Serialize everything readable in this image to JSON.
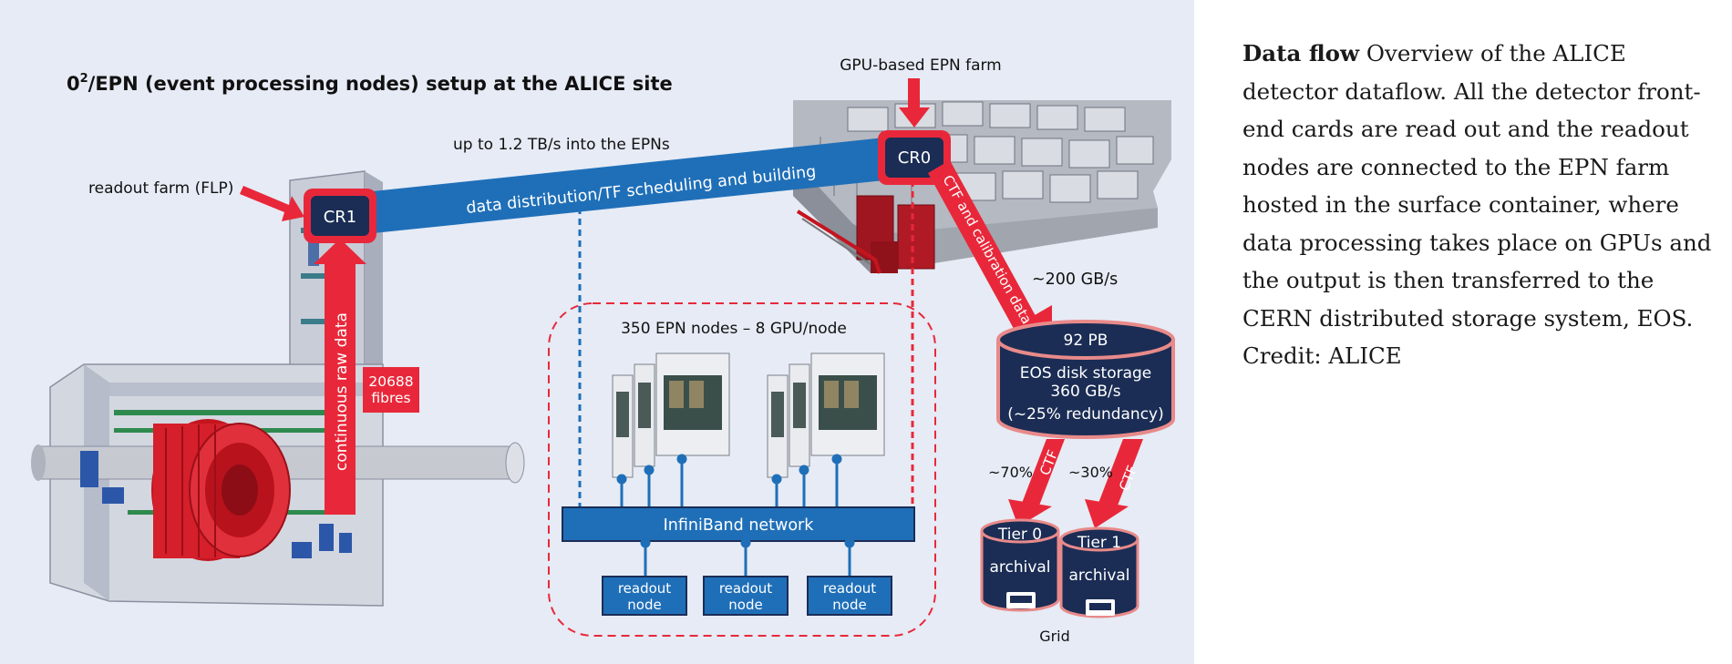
{
  "diagram": {
    "title_prefix": "0",
    "title_sup": "2",
    "title_rest": "/EPN (event processing nodes) setup at the ALICE site",
    "labels": {
      "gpu_farm": "GPU-based EPN farm",
      "throughput": "up to 1.2 TB/s into the EPNs",
      "readout_farm": "readout farm (FLP)",
      "cr1": "CR1",
      "cr0": "CR0",
      "distribution": "data distribution/TF scheduling and building",
      "raw_data": "continuous raw data",
      "fibres_count": "20688",
      "fibres_word": "fibres",
      "ctf_calib": "CTF and calibration data",
      "rate_200": "~200 GB/s",
      "epn_nodes": "350 EPN nodes – 8 GPU/node",
      "infiniband": "InfiniBand network",
      "readout_node_1": "readout",
      "readout_node_2": "node",
      "eos_capacity": "92 PB",
      "eos_line1": "EOS disk storage",
      "eos_line2": "360 GB/s",
      "eos_line3": "(~25% redundancy)",
      "pct_70": "~70%",
      "pct_30": "~30%",
      "ctf": "CTF",
      "tier0": "Tier 0",
      "tier1": "Tier 1",
      "archival": "archival",
      "grid": "Grid"
    },
    "colors": {
      "background": "#e6ebf5",
      "red": "#e8283a",
      "navy": "#1b2d55",
      "blue": "#1f6fb8",
      "pink": "#e88a8a"
    }
  },
  "caption": {
    "heading": "Data flow",
    "body": "Overview of the ALICE detector dataflow. All the detector front-end cards are read out and the readout nodes are connected to the EPN farm hosted in the surface container, where data processing takes place on GPUs and the output is then transferred to the CERN distributed storage system, EOS. Credit: ALICE"
  }
}
